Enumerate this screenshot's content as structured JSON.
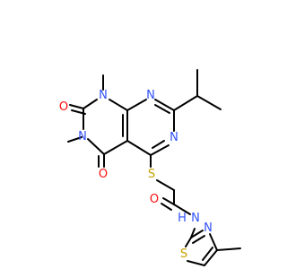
{
  "molecule": {
    "colors": {
      "bond": "#000000",
      "N": "#3050F8",
      "O": "#FF0D0D",
      "S": "#C8A000",
      "background": "#ffffff"
    },
    "atoms": {
      "n1": "N",
      "n3": "N",
      "n8": "N",
      "n6": "N",
      "s_thio": "S",
      "o2": "O",
      "o4": "O",
      "o_amide": "O",
      "n_amide": "N",
      "h_amide": "H",
      "n_thiazole": "N",
      "s_thiazole": "S"
    }
  }
}
